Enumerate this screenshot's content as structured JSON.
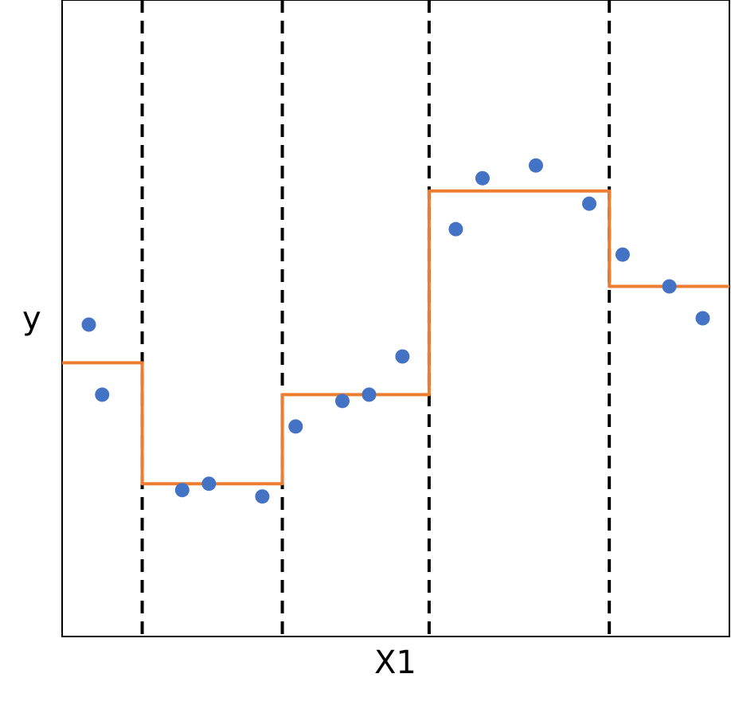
{
  "chart_data": {
    "type": "scatter",
    "title": "",
    "xlabel": "X1",
    "ylabel": "y",
    "xlim": [
      0,
      100
    ],
    "ylim": [
      0,
      100
    ],
    "grid": false,
    "legend": "none",
    "ticks": "none",
    "split_points": [
      12,
      33,
      55,
      82
    ],
    "scatter_points": [
      {
        "x": 4,
        "y": 49
      },
      {
        "x": 6,
        "y": 38
      },
      {
        "x": 18,
        "y": 23
      },
      {
        "x": 22,
        "y": 24
      },
      {
        "x": 30,
        "y": 22
      },
      {
        "x": 35,
        "y": 33
      },
      {
        "x": 42,
        "y": 37
      },
      {
        "x": 46,
        "y": 38
      },
      {
        "x": 51,
        "y": 44
      },
      {
        "x": 59,
        "y": 64
      },
      {
        "x": 63,
        "y": 72
      },
      {
        "x": 71,
        "y": 74
      },
      {
        "x": 79,
        "y": 68
      },
      {
        "x": 84,
        "y": 60
      },
      {
        "x": 91,
        "y": 55
      },
      {
        "x": 96,
        "y": 50
      }
    ],
    "step_fit": [
      {
        "x_start": 0,
        "x_end": 12,
        "y": 43
      },
      {
        "x_start": 12,
        "x_end": 33,
        "y": 24
      },
      {
        "x_start": 33,
        "x_end": 55,
        "y": 38
      },
      {
        "x_start": 55,
        "x_end": 82,
        "y": 70
      },
      {
        "x_start": 82,
        "x_end": 100,
        "y": 55
      }
    ],
    "colors": {
      "points": "#4472c4",
      "step_line": "#ed7d31",
      "split_lines": "#000000",
      "frame": "#000000"
    }
  }
}
